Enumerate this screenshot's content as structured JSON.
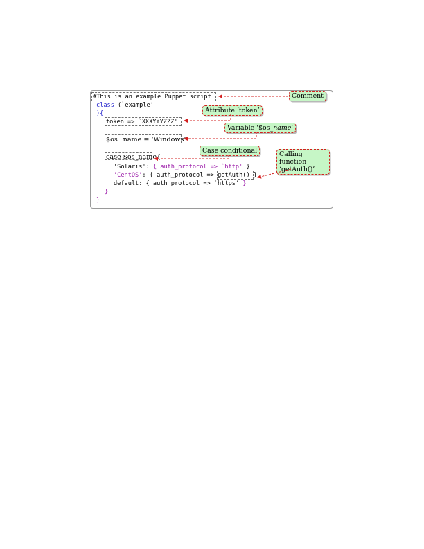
{
  "code": {
    "line1": "#This is an example Puppet script",
    "line2_kw": "class",
    "line2_rest": " (`example'",
    "line3": "){",
    "line4": "token => `XXXYYYZZZ'",
    "line5": "$os_ name = ‘Windows’",
    "line6_a": "case $os_name",
    "line6_b": "{",
    "line7_a": "'Solaris'",
    "line7_b": ": ",
    "line7_c": "{ auth_protocol => `http'",
    "line7_d": " }",
    "line8_a": "'CentOS'",
    "line8_b": ": { auth_protocol => ",
    "line8_c": "getAuth()",
    "line8_d": " }",
    "line9_a": "default: { auth_protocol => `https'",
    "line9_b": " }",
    "line10": "}",
    "line11": "}"
  },
  "annotations": {
    "comment": "Comment",
    "attribute": "Attribute ‘token’",
    "variable_prefix": "Variable ‘$os_",
    "variable_italic": "name",
    "variable_suffix": "’",
    "case": "Case conditional",
    "calling_line1": "Calling function",
    "calling_line2": "‘getAuth()’"
  },
  "colors": {
    "keyword": "#2222cc",
    "string": "#9b1aa8",
    "tag_fill": "#c6f6c6",
    "arrow": "#d32020"
  }
}
